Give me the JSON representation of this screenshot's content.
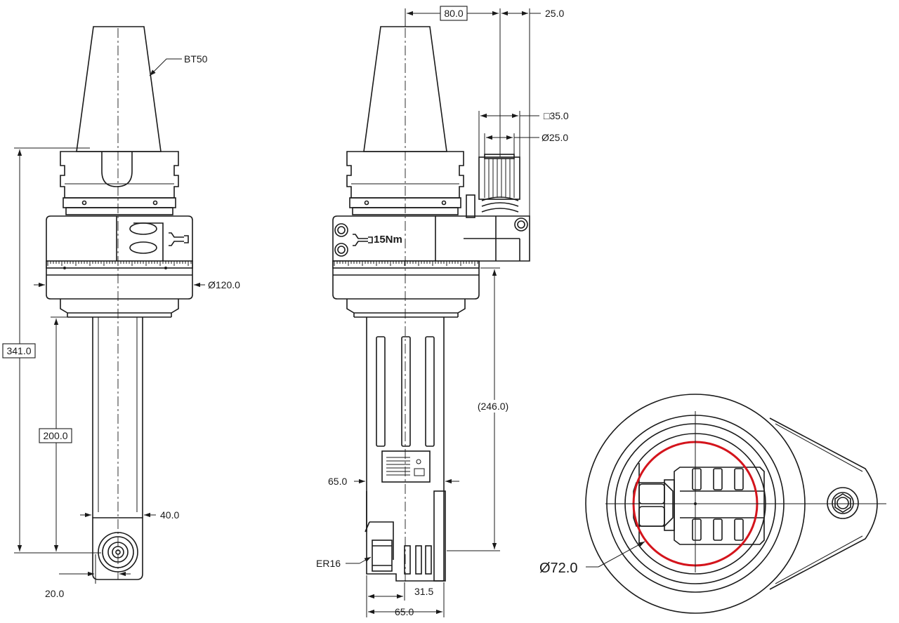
{
  "labels": {
    "taper": "BT50",
    "dia_flange": "Ø120.0",
    "height_total": "341.0",
    "height_shank": "200.0",
    "shank_width": "40.0",
    "nose_offset": "20.0",
    "offset_top": "80.0",
    "offset_right": "25.0",
    "square_drive": "□35.0",
    "dia_drive": "Ø25.0",
    "torque": "15Nm",
    "height_side": "(246.0)",
    "head_depth": "65.0",
    "collet": "ER16",
    "spindle_offset": "31.5",
    "head_width": "65.0",
    "dia_collet": "Ø72.0"
  },
  "colors": {
    "line": "#1a1a1a",
    "highlight": "#d4141c",
    "background": "#ffffff"
  }
}
